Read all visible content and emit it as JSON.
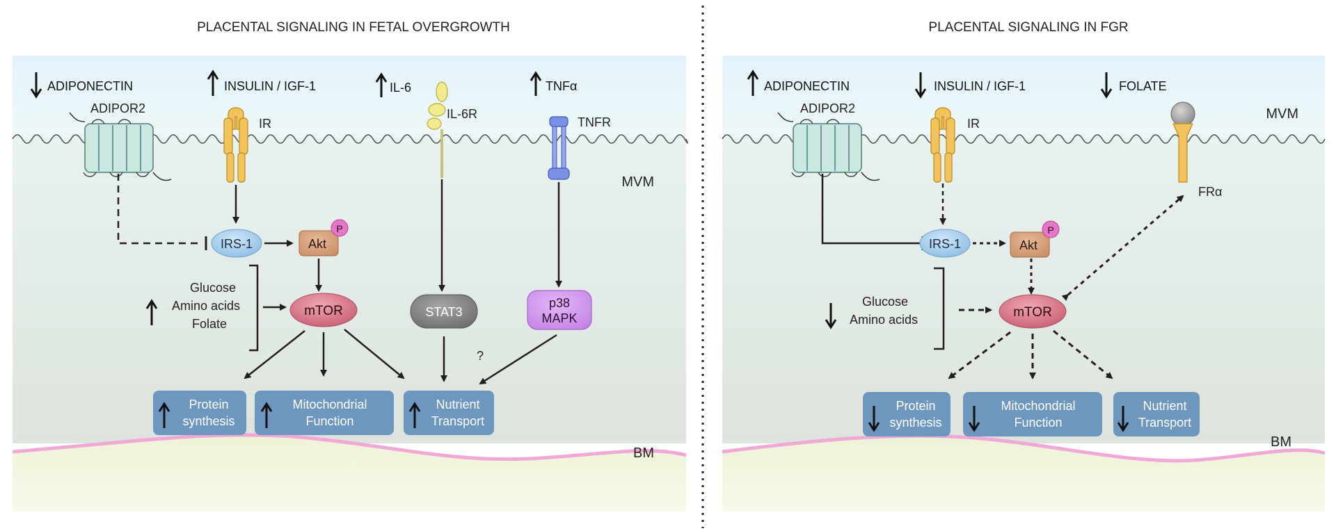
{
  "left": {
    "title": "PLACENTAL SIGNALING IN FETAL OVERGROWTH",
    "adiponectin": "ADIPONECTIN",
    "insulin": "INSULIN / IGF-1",
    "il6": "IL-6",
    "tnfa": "TNFα",
    "adipor2": "ADIPOR2",
    "ir": "IR",
    "il6r": "IL-6R",
    "tnfr": "TNFR",
    "mvm": "MVM",
    "bm": "BM",
    "irs1": "IRS-1",
    "akt": "Akt",
    "phospho": "P",
    "mtor": "mTOR",
    "stat3": "STAT3",
    "p38_line1": "p38",
    "p38_line2": "MAPK",
    "nutrients": [
      "Glucose",
      "Amino acids",
      "Folate"
    ],
    "question": "?",
    "outputs": [
      {
        "line1": "Protein",
        "line2": "synthesis"
      },
      {
        "line1": "Mitochondrial",
        "line2": "Function"
      },
      {
        "line1": "Nutrient",
        "line2": "Transport"
      }
    ]
  },
  "right": {
    "title": "PLACENTAL SIGNALING IN FGR",
    "adiponectin": "ADIPONECTIN",
    "insulin": "INSULIN / IGF-1",
    "folate": "FOLATE",
    "adipor2": "ADIPOR2",
    "ir": "IR",
    "fra": "FRα",
    "mvm": "MVM",
    "bm": "BM",
    "irs1": "IRS-1",
    "akt": "Akt",
    "phospho": "P",
    "mtor": "mTOR",
    "nutrients": [
      "Glucose",
      "Amino acids"
    ],
    "outputs": [
      {
        "line1": "Protein",
        "line2": "synthesis"
      },
      {
        "line1": "Mitochondrial",
        "line2": "Function"
      },
      {
        "line1": "Nutrient",
        "line2": "Transport"
      }
    ]
  },
  "colors": {
    "apical": "#e8f4fa",
    "cytoplasm": "#dfe6e0",
    "basal": "#f3f7df",
    "basement_membrane": "#f3b7dc",
    "receptor_adipor2": "#c9e7e3",
    "receptor_ir": "#f3c35b",
    "receptor_il6r": "#f2eb8d",
    "receptor_tnfr": "#7b91e6",
    "irs1": "#a9d0ee",
    "akt": "#d6a07b",
    "phospho": "#e676c8",
    "mtor": "#d97b8b",
    "stat3": "#8a8a8a",
    "p38": "#d89af0",
    "output_box": "#6e97bf",
    "folate_receptor_head": "#a6a6a6"
  }
}
